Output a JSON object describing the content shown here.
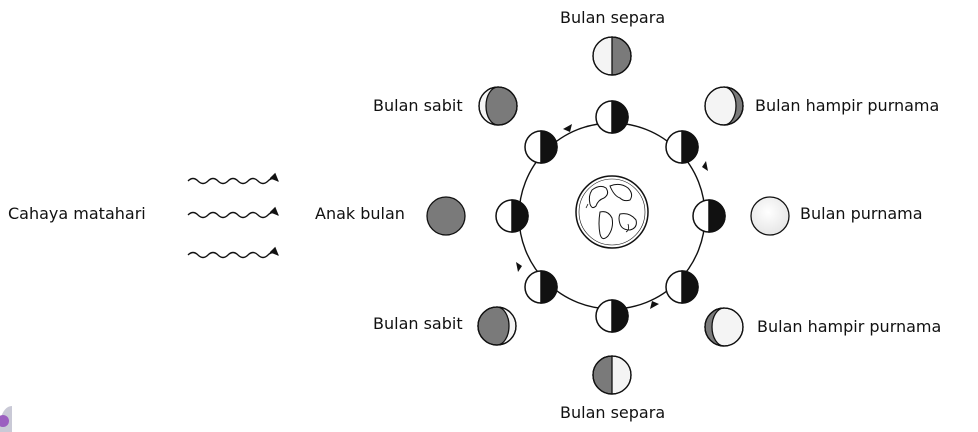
{
  "labels": {
    "sunlight": "Cahaya matahari",
    "new_moon": "Anak bulan",
    "first_quarter": "Bulan separa",
    "last_quarter": "Bulan separa",
    "crescent_top": "Bulan sabit",
    "crescent_bottom": "Bulan sabit",
    "gibbous_top": "Bulan hampir purnama",
    "gibbous_bottom": "Bulan hampir purnama",
    "full_moon": "Bulan purnama"
  },
  "colors": {
    "dark": "#7a7a7a",
    "light": "#f4f4f4",
    "ink": "#111111"
  }
}
